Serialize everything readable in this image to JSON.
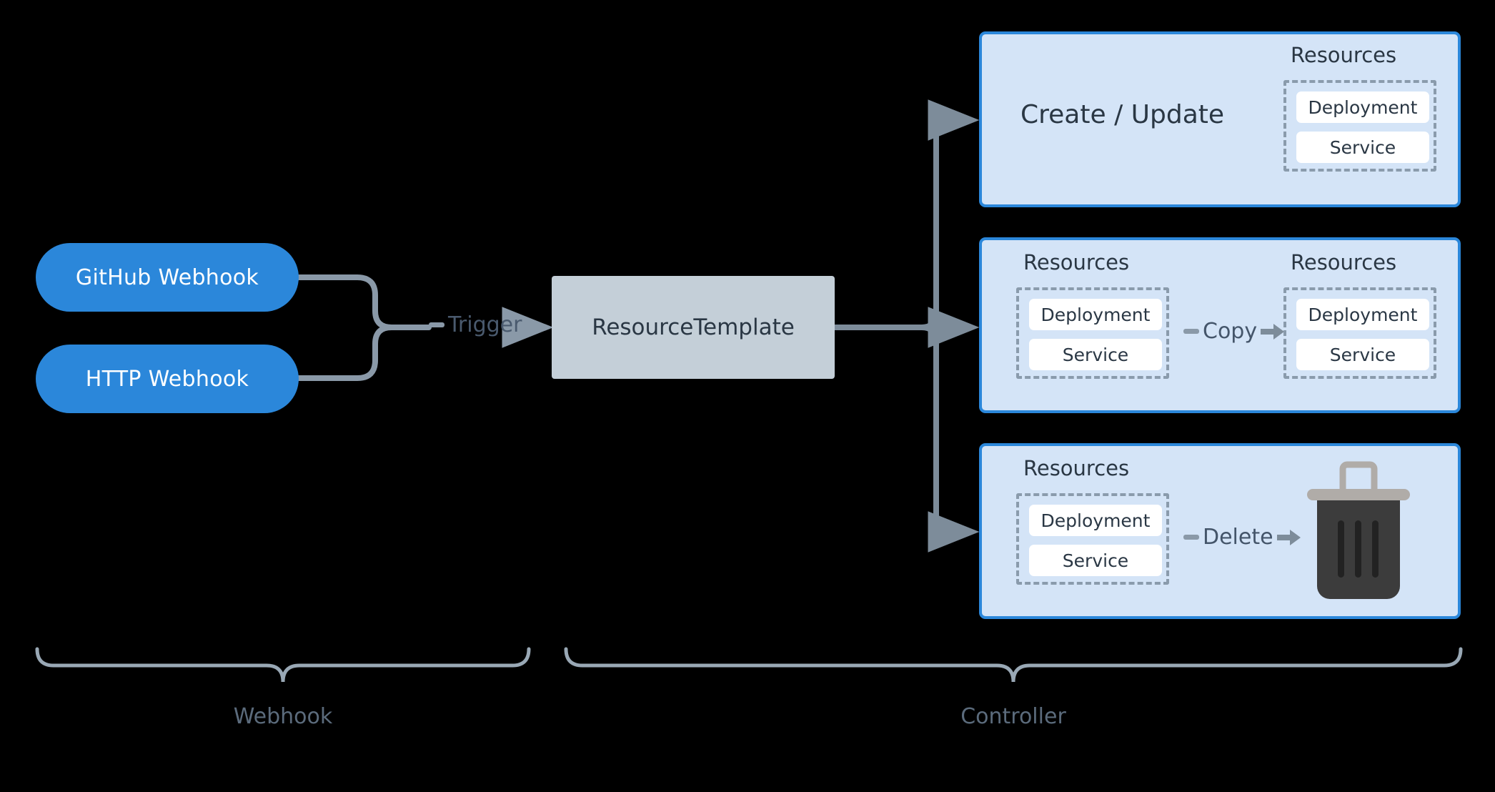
{
  "diagram": {
    "title": "Webhook to Controller ResourceTemplate flow",
    "background": "#000000",
    "colors": {
      "pill_blue": "#2b87da",
      "panel_fill": "#d4e4f7",
      "panel_border": "#2b87da",
      "template_fill": "#c4cfd8",
      "dashed_border": "#8a9bac",
      "chip_fill": "#ffffff",
      "text_dark": "#2a3744",
      "text_muted": "#5b6b7c",
      "connector": "#8a99a8",
      "trash_body": "#3c3c3c",
      "trash_lid": "#b0aca8"
    }
  },
  "webhook_sources": [
    {
      "label": "GitHub Webhook",
      "name": "github-webhook"
    },
    {
      "label": "HTTP Webhook",
      "name": "http-webhook"
    }
  ],
  "trigger": {
    "label": "Trigger"
  },
  "template": {
    "label": "ResourceTemplate"
  },
  "panels": [
    {
      "name": "create-update",
      "action_label": "Create / Update",
      "groups": [
        {
          "title": "Resources",
          "chips": [
            "Deployment",
            "Service"
          ]
        }
      ],
      "operation": null,
      "icon": null
    },
    {
      "name": "copy",
      "action_label": "",
      "groups": [
        {
          "title": "Resources",
          "chips": [
            "Deployment",
            "Service"
          ]
        },
        {
          "title": "Resources",
          "chips": [
            "Deployment",
            "Service"
          ]
        }
      ],
      "operation": "Copy",
      "icon": null
    },
    {
      "name": "delete",
      "action_label": "",
      "groups": [
        {
          "title": "Resources",
          "chips": [
            "Deployment",
            "Service"
          ]
        }
      ],
      "operation": "Delete",
      "icon": "trash-icon"
    }
  ],
  "group_brackets": [
    {
      "name": "webhook",
      "label": "Webhook"
    },
    {
      "name": "controller",
      "label": "Controller"
    }
  ]
}
